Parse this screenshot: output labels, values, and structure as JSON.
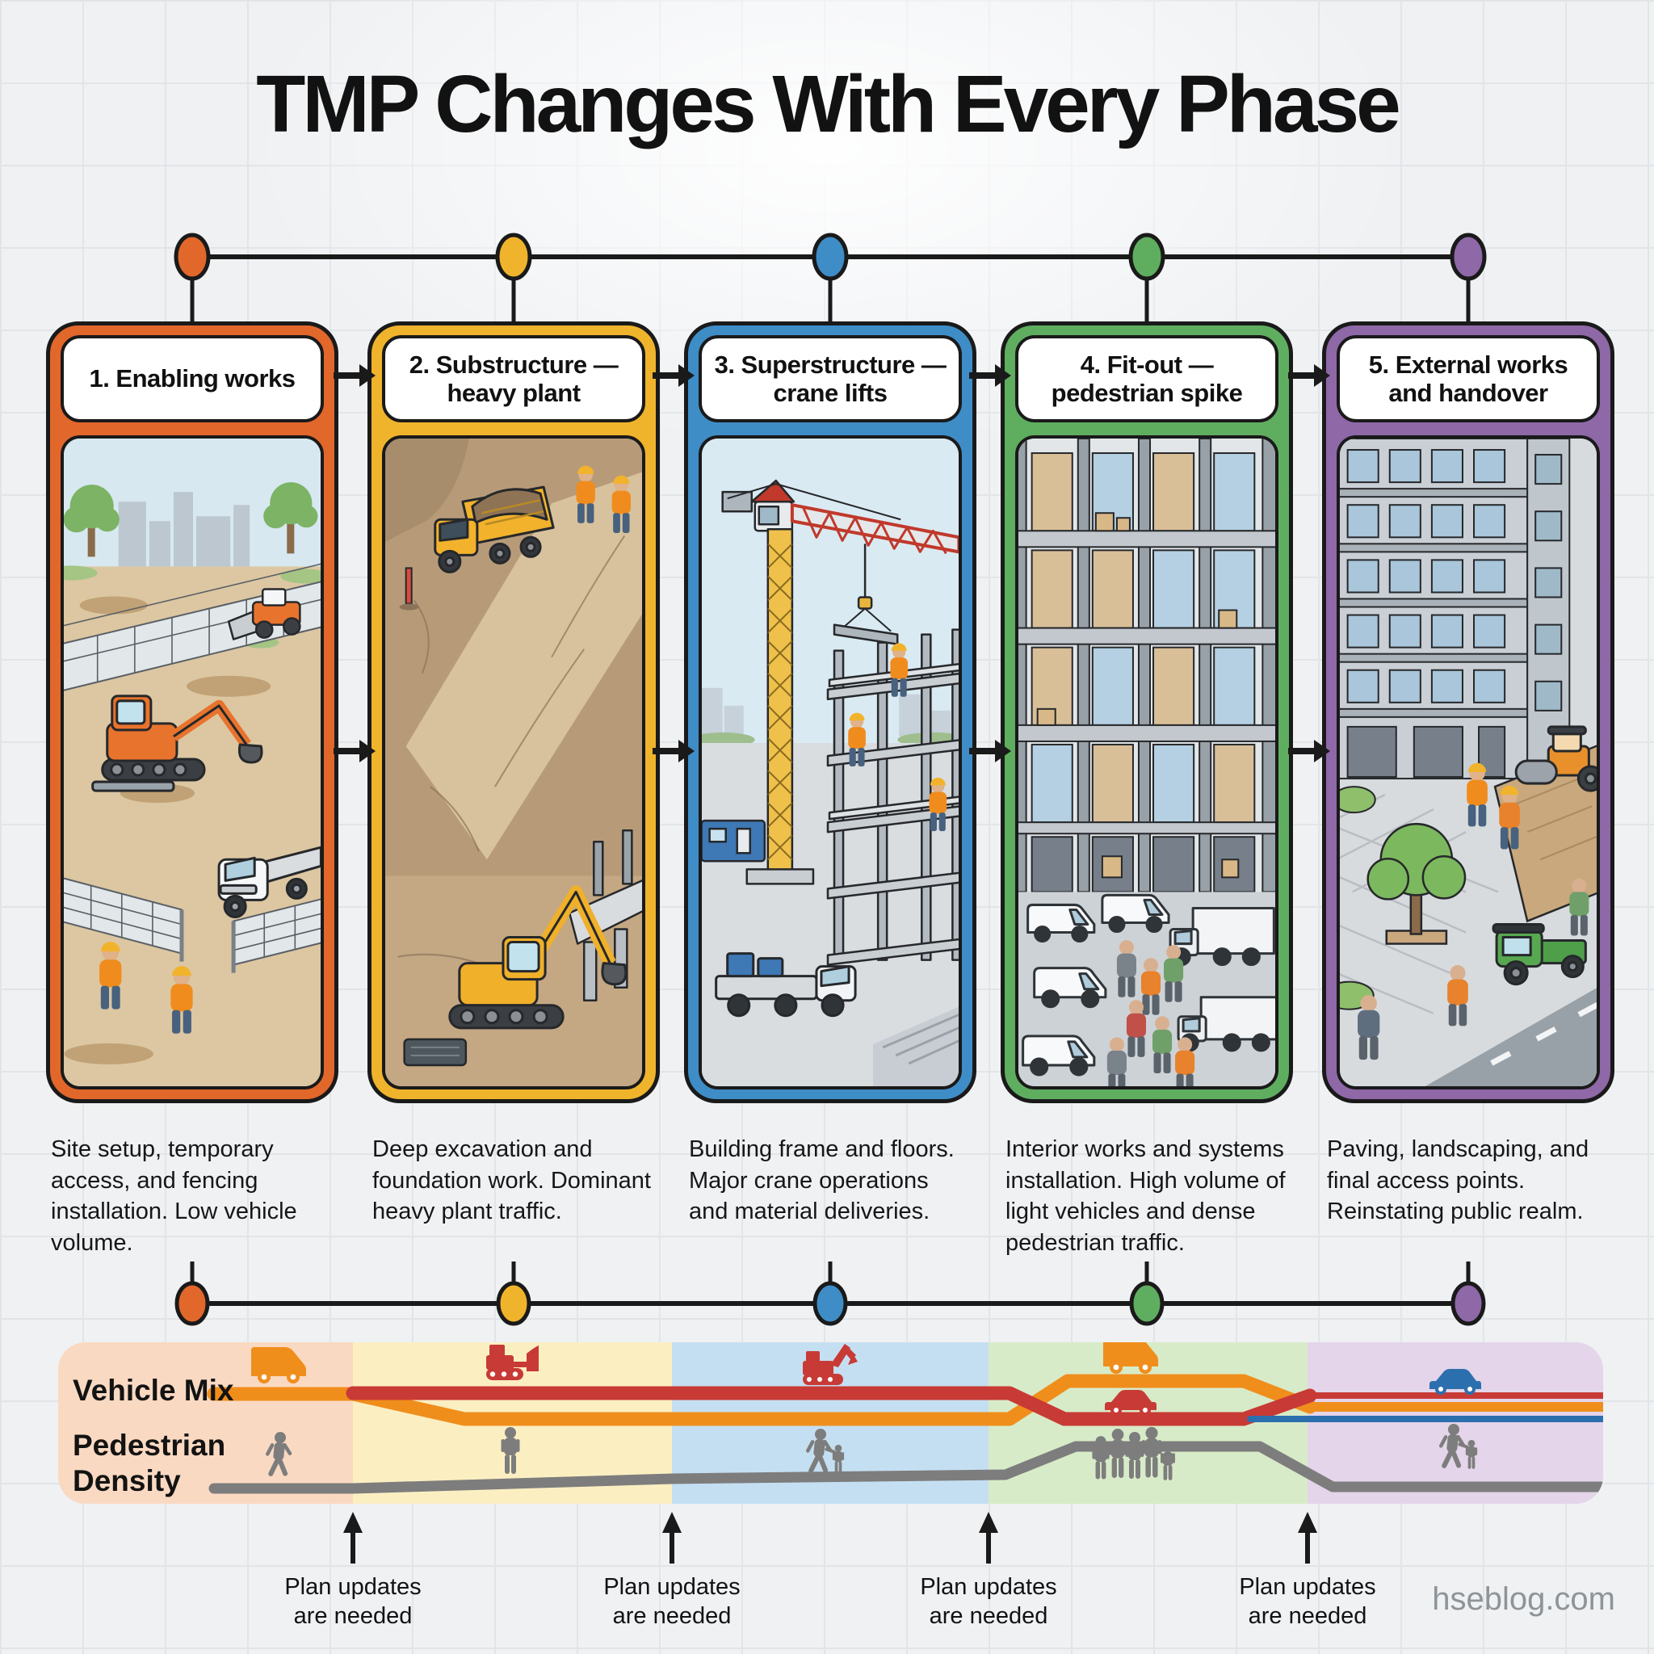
{
  "title": "TMP Changes With Every Phase",
  "phases": [
    {
      "label": "1. Enabling works",
      "description": "Site setup, temporary access, and fencing installation. Low vehicle volume.",
      "color": "#E2672B",
      "band_color": "#FAD9C2"
    },
    {
      "label": "2. Substructure — heavy plant",
      "description": "Deep excavation and foundation work. Dominant heavy plant traffic.",
      "color": "#F0B42C",
      "band_color": "#FBEFC2"
    },
    {
      "label": "3. Superstructure — crane lifts",
      "description": "Building frame and floors. Major crane operations and material deliveries.",
      "color": "#3E8DC7",
      "band_color": "#C5DFF2"
    },
    {
      "label": "4. Fit-out — pedestrian spike",
      "description": "Interior works and systems installation. High volume of light vehicles and dense pedestrian traffic.",
      "color": "#5FAE60",
      "band_color": "#D8EBC8"
    },
    {
      "label": "5. External works and handover",
      "description": "Paving, landscaping, and final access points. Reinstating public realm.",
      "color": "#8F68A8",
      "band_color": "#E4D5EA"
    }
  ],
  "chart": {
    "vehicle_mix_label": "Vehicle Mix",
    "pedestrian_density_label": "Pedestrian Density",
    "line_colors": {
      "light_vehicles": "#F08E1C",
      "heavy_plant": "#C83A35",
      "cars": "#2C6FAE",
      "pedestrians": "#7D7D7D"
    }
  },
  "plan_update_note": {
    "line1": "Plan updates",
    "line2": "are needed"
  },
  "watermark": "hseblog.com",
  "chart_data": {
    "type": "line",
    "title": "Vehicle mix and pedestrian density across construction phases",
    "x_categories": [
      "1. Enabling works",
      "2. Substructure — heavy plant",
      "3. Superstructure — crane lifts",
      "4. Fit-out — pedestrian spike",
      "5. External works and handover"
    ],
    "series": [
      {
        "name": "Light vehicles (orange)",
        "values": [
          "high",
          "low",
          "low",
          "high",
          "medium"
        ]
      },
      {
        "name": "Heavy plant (red)",
        "values": [
          "absent",
          "high",
          "high",
          "low",
          "low"
        ]
      },
      {
        "name": "Cars (blue)",
        "values": [
          "absent",
          "absent",
          "absent",
          "absent",
          "low"
        ]
      },
      {
        "name": "Pedestrian density (grey)",
        "values": [
          "low",
          "low",
          "low rising",
          "high",
          "low"
        ]
      }
    ],
    "annotations": [
      "Plan updates are needed — marked at every phase boundary"
    ],
    "legend_position": "none",
    "grid": false
  }
}
